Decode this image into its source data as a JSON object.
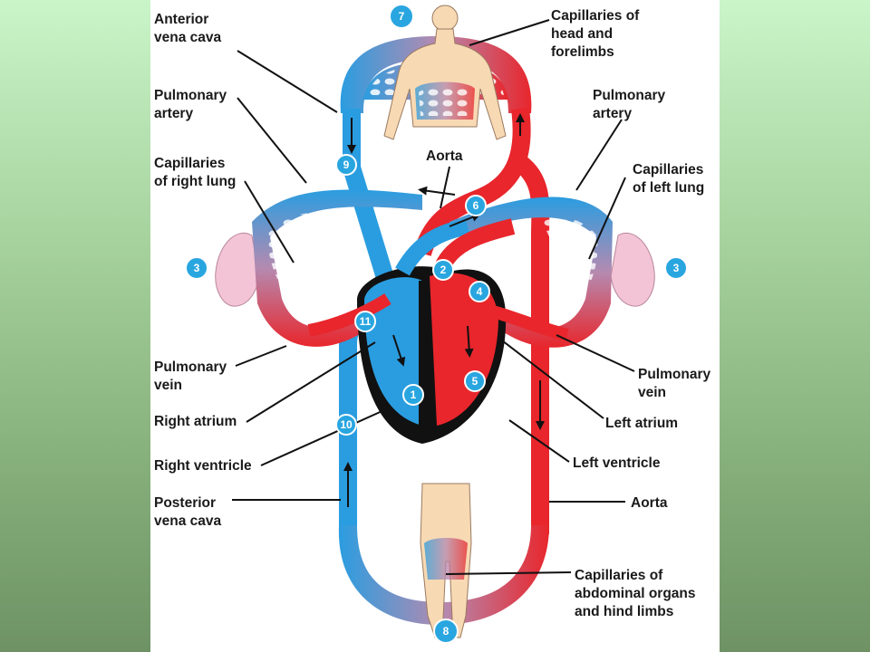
{
  "labels": {
    "anterior_vena_cava": [
      "Anterior",
      "vena cava"
    ],
    "capillaries_head": [
      "Capillaries of",
      "head and",
      "forelimbs"
    ],
    "pulmonary_artery_left": [
      "Pulmonary",
      "artery"
    ],
    "pulmonary_artery_right": [
      "Pulmonary",
      "artery"
    ],
    "aorta_top": "Aorta",
    "capillaries_right_lung": [
      "Capillaries",
      "of right lung"
    ],
    "capillaries_left_lung": [
      "Capillaries",
      "of left lung"
    ],
    "pulmonary_vein_left": [
      "Pulmonary",
      "vein"
    ],
    "pulmonary_vein_right": [
      "Pulmonary",
      "vein"
    ],
    "right_atrium": "Right atrium",
    "left_atrium": "Left atrium",
    "right_ventricle": "Right ventricle",
    "left_ventricle": "Left ventricle",
    "posterior_vena_cava": [
      "Posterior",
      "vena cava"
    ],
    "aorta_bottom": "Aorta",
    "capillaries_abdominal": [
      "Capillaries of",
      "abdominal organs",
      "and hind limbs"
    ]
  },
  "step_numbers": [
    "1",
    "2",
    "3",
    "3",
    "4",
    "5",
    "6",
    "7",
    "8",
    "9",
    "10",
    "11"
  ],
  "colors": {
    "oxygenated": "#e8262c",
    "deoxygenated": "#2a9de0",
    "heart_wall": "#111111",
    "step_badge": "#29a6e0",
    "skin": "#f7d9b4",
    "lung": "#f3c3d6"
  }
}
